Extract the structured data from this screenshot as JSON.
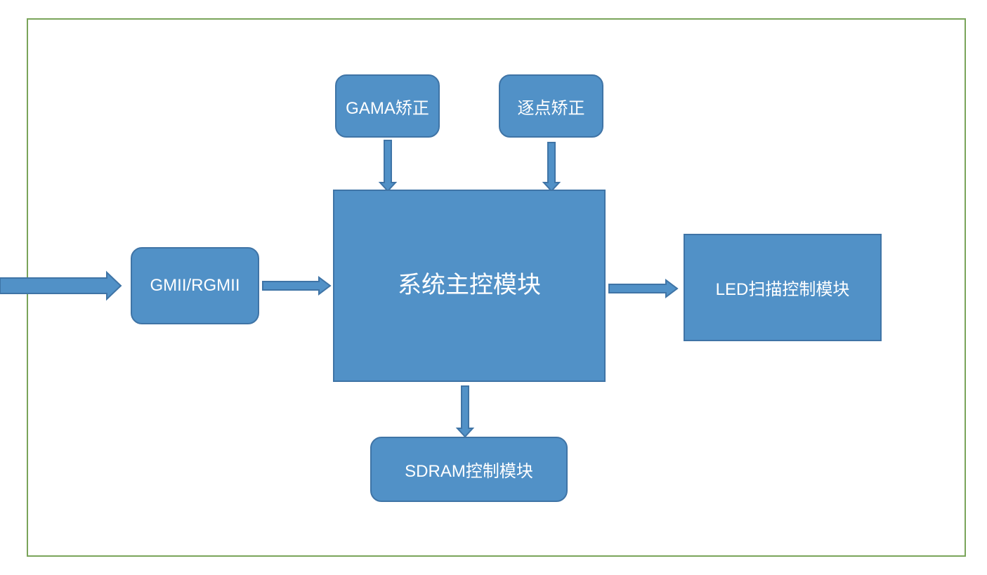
{
  "diagram": {
    "blocks": {
      "gama": "GAMA矫正",
      "pointwise": "逐点矫正",
      "gmii": "GMII/RGMII",
      "main": "系统主控模块",
      "led": "LED扫描控制模块",
      "sdram": "SDRAM控制模块"
    },
    "colors": {
      "block_fill": "#5191c7",
      "block_border": "#3f74a6",
      "frame_border": "#7aa45a",
      "text": "#ffffff"
    }
  }
}
